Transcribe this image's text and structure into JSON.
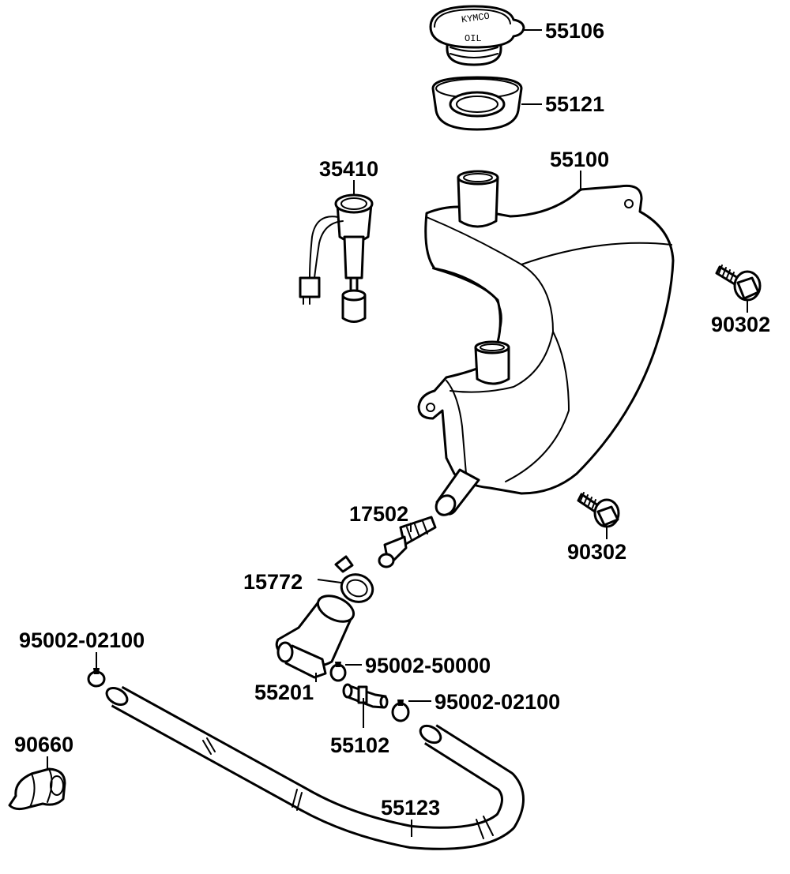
{
  "diagram": {
    "callouts": [
      {
        "id": "cap",
        "number": "55106"
      },
      {
        "id": "seal",
        "number": "55121"
      },
      {
        "id": "tank",
        "number": "55100"
      },
      {
        "id": "sensor",
        "number": "35410"
      },
      {
        "id": "bolt-upper",
        "number": "90302"
      },
      {
        "id": "bolt-lower",
        "number": "90302"
      },
      {
        "id": "filter",
        "number": "17502"
      },
      {
        "id": "clamp-large",
        "number": "15772"
      },
      {
        "id": "clip-left",
        "number": "95002-02100"
      },
      {
        "id": "clip-middle",
        "number": "95002-50000"
      },
      {
        "id": "elbow",
        "number": "55201"
      },
      {
        "id": "clip-right",
        "number": "95002-02100"
      },
      {
        "id": "joint",
        "number": "55102"
      },
      {
        "id": "holder",
        "number": "90660"
      },
      {
        "id": "hose",
        "number": "55123"
      }
    ],
    "cap_lettering": [
      "KYMCO",
      "OIL"
    ]
  }
}
